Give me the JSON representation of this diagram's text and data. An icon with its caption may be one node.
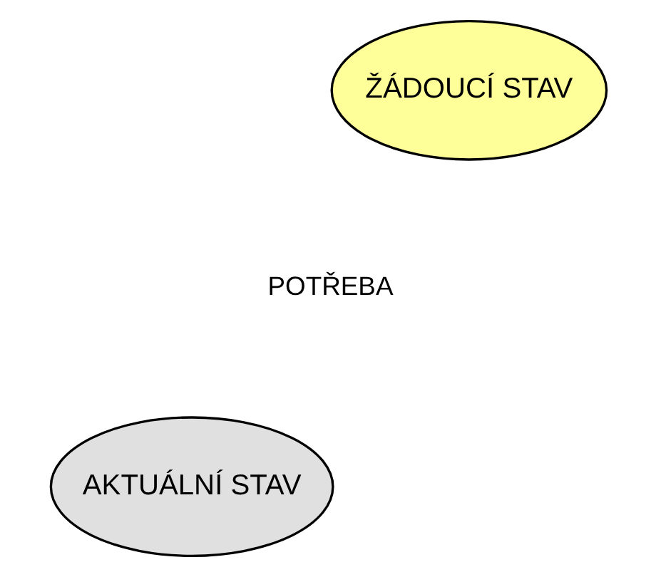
{
  "diagram": {
    "nodes": [
      {
        "text": [
          "ŽÁDOUCÍ STAV"
        ]
      },
      {
        "text": [
          "AKTUÁLNÍ STAV"
        ]
      }
    ],
    "labels": [
      "POTŘEBA"
    ]
  }
}
